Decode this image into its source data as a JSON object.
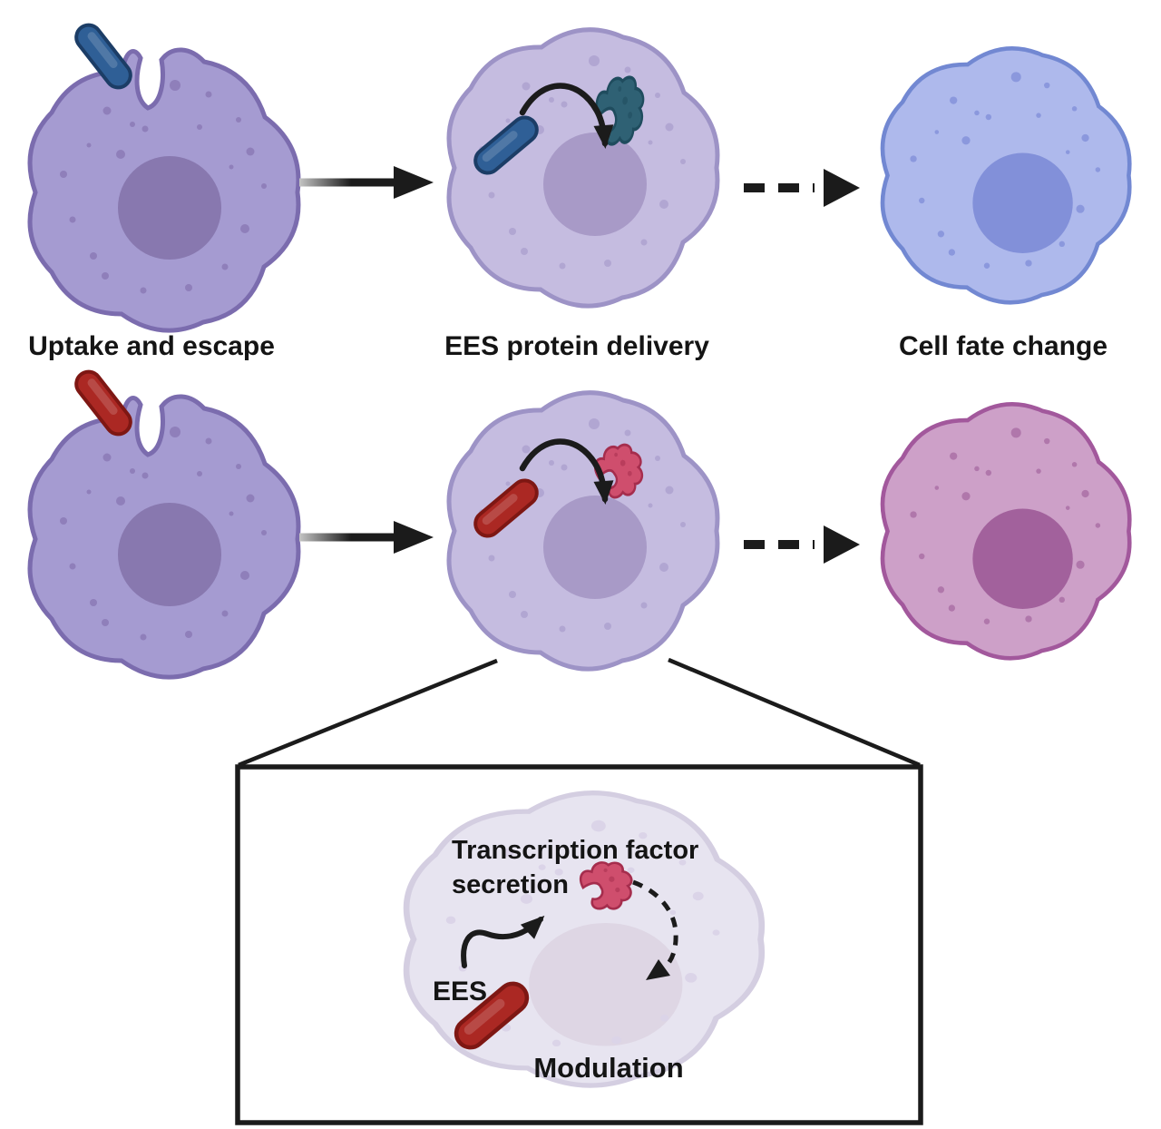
{
  "figure": {
    "steps": [
      {
        "label": "Uptake and escape"
      },
      {
        "label": "EES protein delivery"
      },
      {
        "label": "Cell fate change"
      }
    ],
    "inset": {
      "secretion_label_line1": "Transcription factor",
      "secretion_label_line2": "secretion",
      "bacterium_label": "EES",
      "modulation_label": "Modulation"
    }
  },
  "colors": {
    "text": "#141414",
    "arrow": "#1b1b1b",
    "arrowFade": "#c4c4c4",
    "purpleCell": {
      "body": "#a59bd1",
      "outline": "#7b6cae",
      "nucleus": "#8878af",
      "dots": "#8f7fba"
    },
    "lavenderCell": {
      "body": "#c5bce0",
      "outline": "#9d93c6",
      "nucleus": "#a89ac7",
      "dots": "#b1a6d2"
    },
    "blueCell": {
      "body": "#aeb9ec",
      "outline": "#7288d2",
      "nucleus": "#8290d9",
      "dots": "#8b98dd"
    },
    "pinkCell": {
      "body": "#cda0c8",
      "outline": "#a2589c",
      "nucleus": "#a2619c",
      "dots": "#b077ab"
    },
    "insetCell": {
      "body": "#e7e4f0",
      "outline": "#d4cee1",
      "nucleus": "#ded6e4",
      "dots": "#dbd4e8"
    },
    "blueBacterium": {
      "fill": "#2f5f96",
      "stroke": "#1c3d66"
    },
    "redBacterium": {
      "fill": "#ab2823",
      "stroke": "#7e1713"
    },
    "tealProtein": {
      "fill": "#2f6174",
      "stroke": "#1f4c5e"
    },
    "pinkProtein": {
      "fill": "#cf4e6d",
      "stroke": "#a52d4d"
    }
  }
}
